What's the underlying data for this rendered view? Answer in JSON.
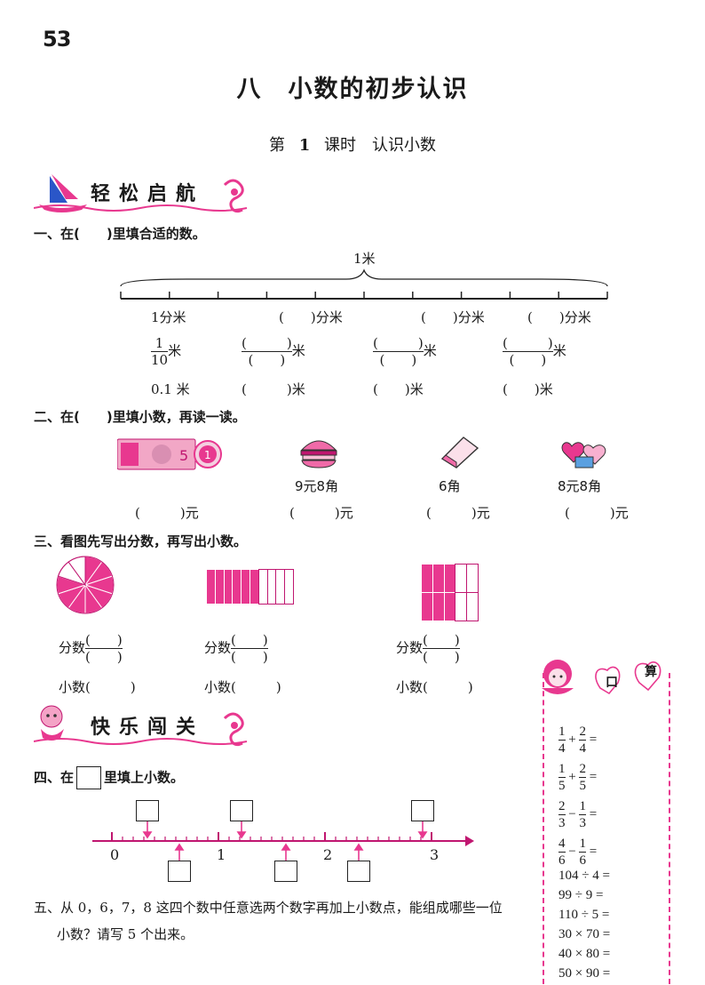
{
  "page_number": "53",
  "chapter_title": "八　小数的初步认识",
  "lesson": {
    "prefix": "第",
    "num": "1",
    "suffix": "课时　认识小数"
  },
  "banners": {
    "relax": "轻松启航",
    "happy": "快乐闯关"
  },
  "oral": {
    "c1": "口",
    "c2": "算"
  },
  "q1": {
    "prompt": "一、在(　　)里填合适的数。",
    "ruler_label": "1米",
    "row1": [
      "1分米",
      "(　　)分米",
      "(　　)分米",
      "(　　)分米"
    ],
    "row2_first": {
      "num": "1",
      "den": "10",
      "unit": "米"
    },
    "row2_blank": {
      "num": "(　　　)",
      "den": "(　　)",
      "unit": "米"
    },
    "row3": [
      "0.1 米",
      "(　　　)米",
      "(　　)米",
      "(　　)米"
    ]
  },
  "q2": {
    "prompt": "二、在(　　)里填小数，再读一读。",
    "prices": [
      "9元8角",
      "6角",
      "8元8角"
    ],
    "answers": [
      "(　　　)元",
      "(　　　)元",
      "(　　　)元",
      "(　　　)元"
    ]
  },
  "q3": {
    "prompt": "三、看图先写出分数，再写出小数。",
    "frac_label": "分数",
    "frac_num": "(　　)",
    "frac_den": "(　　)",
    "dec": "小数(　　　)",
    "pie": {
      "parts": 10,
      "shaded": 8
    },
    "bar": {
      "parts": 10,
      "shaded": 6
    },
    "grid": {
      "parts": 10,
      "shaded": 6
    }
  },
  "q4": {
    "prompt_pre": "四、在",
    "prompt_post": "里填上小数。",
    "ticks": [
      "0",
      "1",
      "2",
      "3"
    ]
  },
  "q5": {
    "line1": "五、从 0，6，7，8 这四个数中任意选两个数字再加上小数点，能组成哪些一位",
    "line2": "小数？请写 5 个出来。"
  },
  "oral_calc": [
    {
      "a": "1",
      "b": "4",
      "op": "+",
      "c": "2",
      "d": "4"
    },
    {
      "a": "1",
      "b": "5",
      "op": "+",
      "c": "2",
      "d": "5"
    },
    {
      "a": "2",
      "b": "3",
      "op": "−",
      "c": "1",
      "d": "3"
    },
    {
      "a": "4",
      "b": "6",
      "op": "−",
      "c": "1",
      "d": "6"
    }
  ],
  "oral_plain": [
    "104 ÷ 4 =",
    "99 ÷ 9 =",
    "110 ÷ 5 =",
    "30 × 70 =",
    "40 × 80 =",
    "50 × 90 ="
  ],
  "colors": {
    "accent": "#e8388f",
    "dark": "#c01670"
  }
}
